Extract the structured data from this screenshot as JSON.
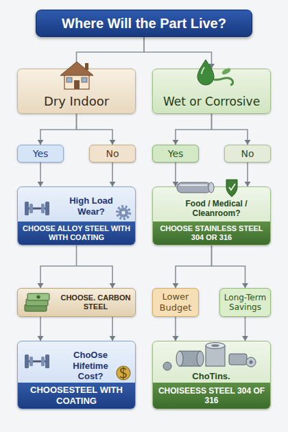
{
  "diagram": {
    "nodes": [
      {
        "text": [
          "Where Will the Part Live?"
        ]
      },
      {
        "text": [
          "Dry Indoor"
        ]
      },
      {
        "text": [
          "Wet or Corrosive"
        ]
      },
      {
        "text": [
          "Yes"
        ]
      },
      {
        "text": [
          "No"
        ]
      },
      {
        "text": [
          "Yes"
        ]
      },
      {
        "text": [
          "No"
        ]
      },
      {
        "text": [
          "High Load Wear?"
        ]
      },
      {
        "text": [
          "CHOOSE ALLOY STEEL WITH WITH COATING"
        ],
        "in": 7
      },
      {
        "text": [
          "Food / Medical / Cleanroom?"
        ]
      },
      {
        "text": [
          "CHOOSE STAINLESS STEEL 304 OR 316"
        ],
        "in": 9
      },
      {
        "text": [
          "CHOOSE. CARBON STEEL"
        ]
      },
      {
        "text": [
          "Lower Budget"
        ]
      },
      {
        "text": [
          "Long-Term Savings"
        ]
      },
      {
        "text": [
          "ChoOse Hifetime Cost?"
        ]
      },
      {
        "text": [
          "CHOOSESTEEL WITH COATING"
        ],
        "in": 14
      },
      {
        "text": [
          "ChoTins."
        ]
      },
      {
        "text": [
          "CHOISEESS STEEL 304 OF 316"
        ],
        "in": 16
      }
    ],
    "edges": [
      {
        "from": 0,
        "to": 1,
        "arrow": "to"
      },
      {
        "from": 0,
        "to": 2,
        "arrow": "to"
      },
      {
        "from": 1,
        "to": 3,
        "arrow": "to"
      },
      {
        "from": 1,
        "to": 4,
        "arrow": "to"
      },
      {
        "from": 2,
        "to": 5,
        "arrow": "to"
      },
      {
        "from": 2,
        "to": 6,
        "arrow": "to"
      },
      {
        "from": 3,
        "to": 7,
        "arrow": "to"
      },
      {
        "from": 4,
        "to": 7,
        "arrow": "to"
      },
      {
        "from": 5,
        "to": 9,
        "arrow": "to"
      },
      {
        "from": 6,
        "to": 9,
        "arrow": "to"
      },
      {
        "from": 7,
        "to": 11,
        "arrow": "to"
      },
      {
        "from": 9,
        "to": 12,
        "arrow": "to"
      },
      {
        "from": 9,
        "to": 13,
        "arrow": "to"
      },
      {
        "from": 11,
        "to": 14,
        "arrow": "to"
      },
      {
        "from": 12,
        "to": 16,
        "arrow": "to"
      },
      {
        "from": 13,
        "to": 16,
        "arrow": "to"
      }
    ]
  }
}
